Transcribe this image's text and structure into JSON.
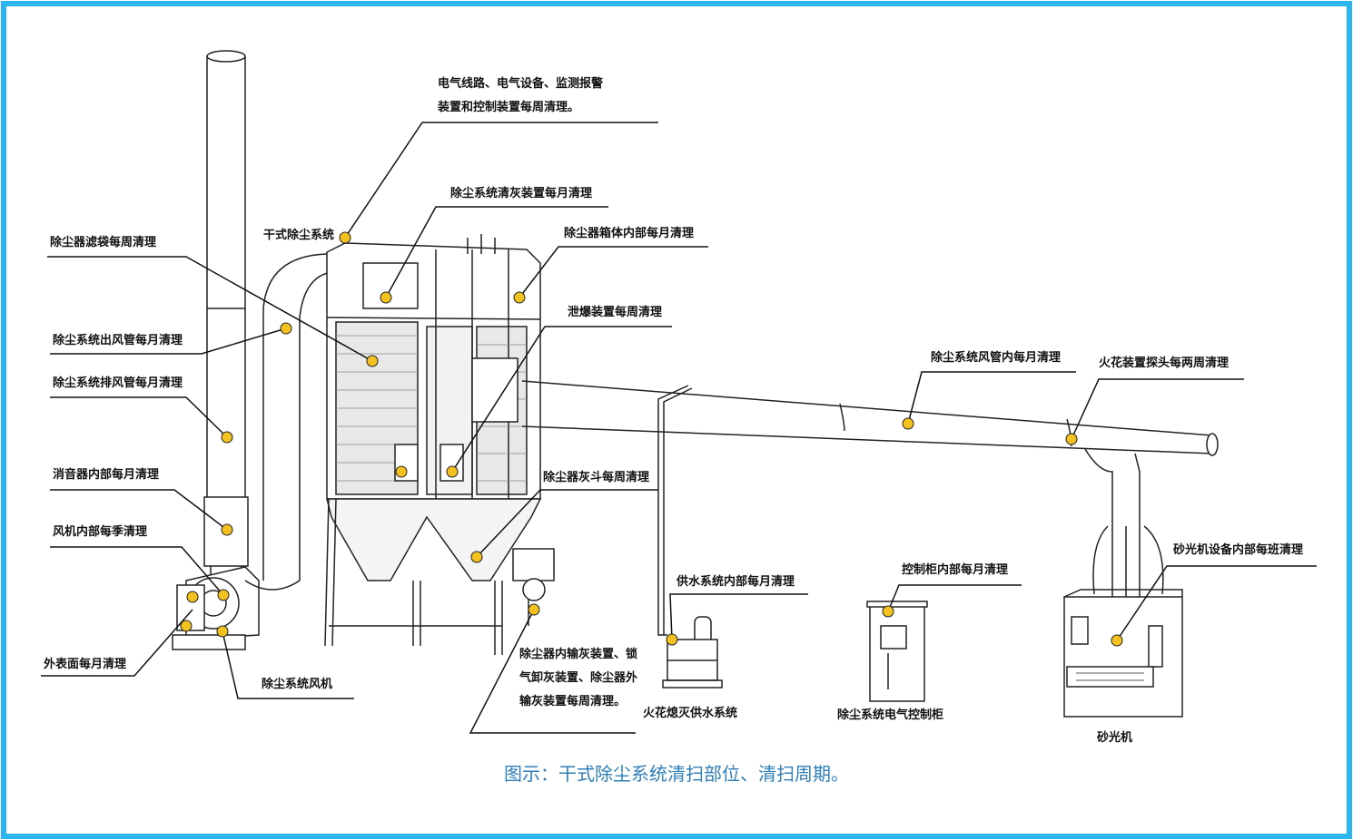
{
  "colors": {
    "border": "#2bb6f2",
    "dot": "#f4c21f",
    "caption": "#2f7fb8",
    "line": "#111111"
  },
  "labels": {
    "electrical": "电气线路、电气设备、监测报警装置和控制装置每周清理。",
    "dry_system": "干式除尘系统",
    "cleaning_device": "除尘系统清灰装置每月清理",
    "box_interior": "除尘器箱体内部每月清理",
    "filter_bag": "除尘器滤袋每周清理",
    "outlet_duct": "除尘系统出风管每月清理",
    "exhaust_duct": "除尘系统排风管每月清理",
    "explosion_vent": "泄爆装置每周清理",
    "system_duct": "除尘系统风管内每月清理",
    "spark_probe": "火花装置探头每两周清理",
    "silencer": "消音器内部每月清理",
    "hopper": "除尘器灰斗每周清理",
    "fan_interior": "风机内部每季清理",
    "sander_interior": "砂光机设备内部每班清理",
    "water_supply": "供水系统内部每月清理",
    "control_cabinet_interior": "控制柜内部每月清理",
    "outer_surface": "外表面每月清理",
    "fan": "除尘系统风机",
    "conveyor": "除尘器内输灰装置、锁气卸灰装置、除尘器外输灰装置每周清理。",
    "spark_water": "火花熄灭供水系统",
    "electric_cabinet": "除尘系统电气控制柜",
    "sander": "砂光机"
  },
  "caption": "图示：干式除尘系统清扫部位、清扫周期。"
}
